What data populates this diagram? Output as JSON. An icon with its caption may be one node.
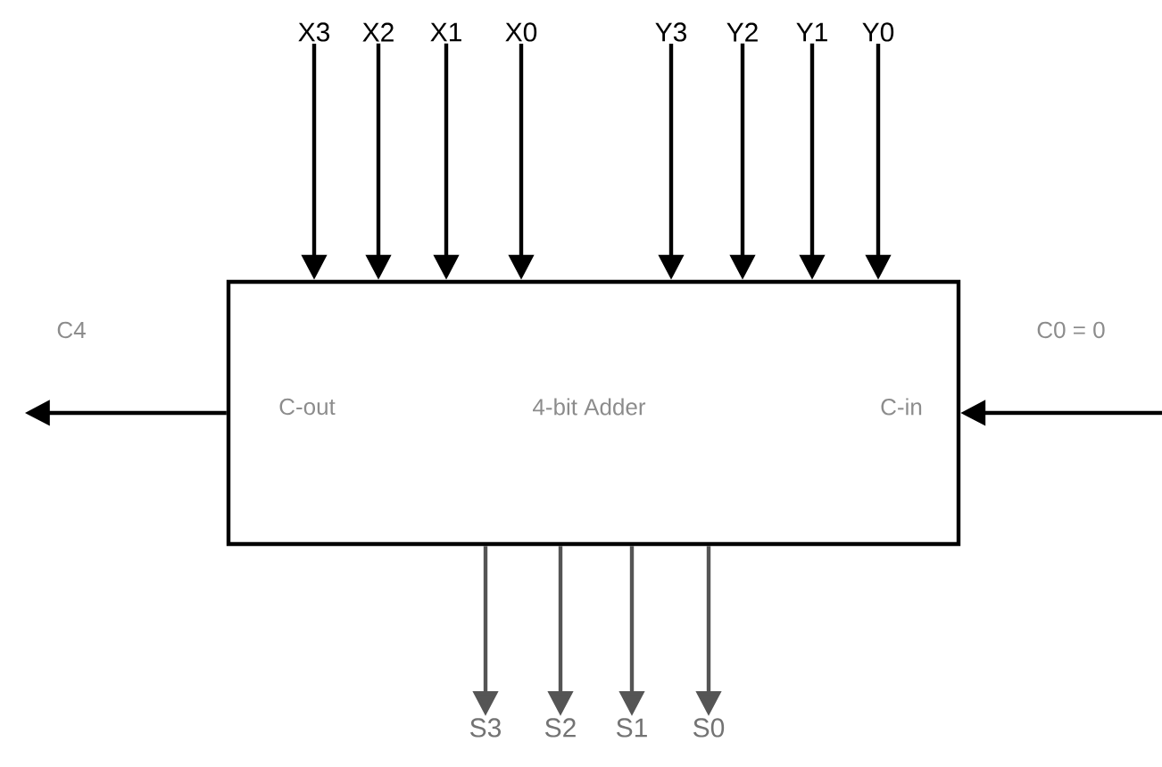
{
  "diagram": {
    "nodes": [
      {
        "text": [
          "C-out",
          "4-bit Adder",
          "C-in"
        ]
      },
      {
        "text": [
          "X3"
        ]
      },
      {
        "text": [
          "X2"
        ]
      },
      {
        "text": [
          "X1"
        ]
      },
      {
        "text": [
          "X0"
        ]
      },
      {
        "text": [
          "Y3"
        ]
      },
      {
        "text": [
          "Y2"
        ]
      },
      {
        "text": [
          "Y1"
        ]
      },
      {
        "text": [
          "Y0"
        ]
      },
      {
        "text": [
          "S3"
        ]
      },
      {
        "text": [
          "S2"
        ]
      },
      {
        "text": [
          "S1"
        ]
      },
      {
        "text": [
          "S0"
        ]
      }
    ],
    "edges": [
      {
        "from": 1,
        "to": 0,
        "arrow": "to"
      },
      {
        "from": 2,
        "to": 0,
        "arrow": "to"
      },
      {
        "from": 3,
        "to": 0,
        "arrow": "to"
      },
      {
        "from": 4,
        "to": 0,
        "arrow": "to"
      },
      {
        "from": 5,
        "to": 0,
        "arrow": "to"
      },
      {
        "from": 6,
        "to": 0,
        "arrow": "to"
      },
      {
        "from": 7,
        "to": 0,
        "arrow": "to"
      },
      {
        "from": 8,
        "to": 0,
        "arrow": "to"
      },
      {
        "from": 0,
        "to": 9,
        "arrow": "to",
        "color": "#555555"
      },
      {
        "from": 0,
        "to": 10,
        "arrow": "to",
        "color": "#555555"
      },
      {
        "from": 0,
        "to": 11,
        "arrow": "to",
        "color": "#555555"
      },
      {
        "from": 0,
        "to": 12,
        "arrow": "to",
        "color": "#555555"
      },
      {
        "from": 0,
        "to": null,
        "arrow": "to",
        "label": "C4"
      },
      {
        "from": null,
        "to": 0,
        "arrow": "to",
        "label": "C0 = 0"
      }
    ]
  }
}
